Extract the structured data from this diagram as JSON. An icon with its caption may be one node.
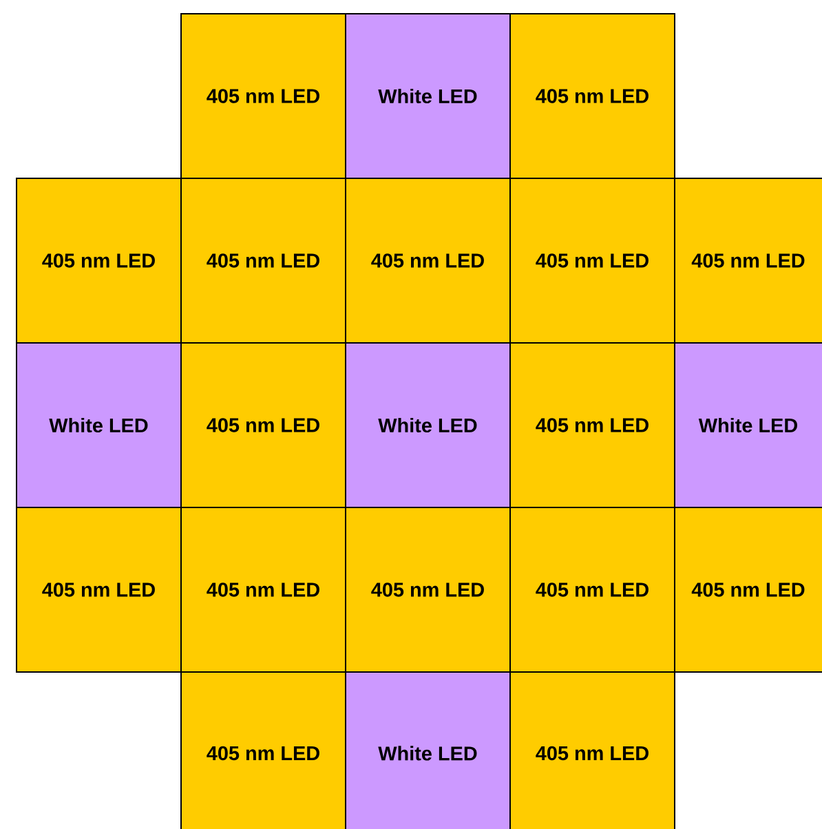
{
  "diagram": {
    "nodes": [
      {
        "text": [
          "405 nm LED"
        ]
      },
      {
        "text": [
          "White LED"
        ]
      },
      {
        "text": [
          "405 nm LED"
        ]
      },
      {
        "text": [
          "405 nm LED"
        ]
      },
      {
        "text": [
          "405 nm LED"
        ]
      },
      {
        "text": [
          "405 nm LED"
        ]
      },
      {
        "text": [
          "405 nm LED"
        ]
      },
      {
        "text": [
          "405 nm LED"
        ]
      },
      {
        "text": [
          "White LED"
        ]
      },
      {
        "text": [
          "405 nm LED"
        ]
      },
      {
        "text": [
          "White LED"
        ]
      },
      {
        "text": [
          "405 nm LED"
        ]
      },
      {
        "text": [
          "White LED"
        ]
      },
      {
        "text": [
          "405 nm LED"
        ]
      },
      {
        "text": [
          "405 nm LED"
        ]
      },
      {
        "text": [
          "405 nm LED"
        ]
      },
      {
        "text": [
          "405 nm LED"
        ]
      },
      {
        "text": [
          "405 nm LED"
        ]
      },
      {
        "text": [
          "405 nm LED"
        ]
      },
      {
        "text": [
          "White LED"
        ]
      },
      {
        "text": [
          "405 nm LED"
        ]
      }
    ]
  }
}
